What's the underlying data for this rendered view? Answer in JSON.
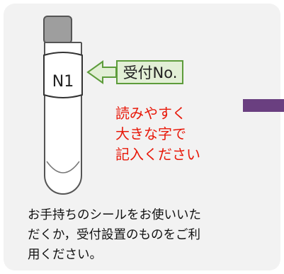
{
  "tube_label": "N1",
  "arrow_label": "受付No.",
  "note_lines": [
    "読みやすく",
    "大きな字で",
    "記入ください"
  ],
  "caption_lines": [
    "お手持ちのシールをお使いいた",
    "だくか，受付設置のものをご利",
    "用ください。"
  ],
  "colors": {
    "panel_bg": "#f2f2f2",
    "tube_outline": "#555555",
    "cap_fill": "#9e9e9e",
    "arrow_fill": "#e2efd6",
    "arrow_stroke": "#5d9c3b",
    "note_text": "#e8190a",
    "edge_mark": "#6a3f80"
  },
  "icons": {
    "tube": "test-tube-icon",
    "cap": "tube-cap-icon",
    "arrow": "left-arrow-callout-icon"
  }
}
